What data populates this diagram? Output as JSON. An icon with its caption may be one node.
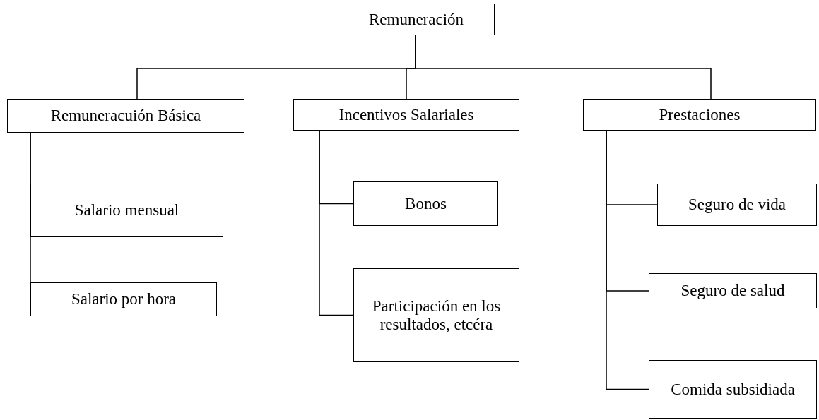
{
  "diagram": {
    "nodes": [
      {
        "text": [
          "Remuneración"
        ]
      },
      {
        "text": [
          "Remuneracuión Básica"
        ]
      },
      {
        "text": [
          "Incentivos Salariales"
        ]
      },
      {
        "text": [
          "Prestaciones"
        ]
      },
      {
        "text": [
          "Salario mensual"
        ]
      },
      {
        "text": [
          "Salario por hora"
        ]
      },
      {
        "text": [
          "Bonos"
        ]
      },
      {
        "text": [
          "Participación en los resultados, etcéra"
        ]
      },
      {
        "text": [
          "Seguro de vida"
        ]
      },
      {
        "text": [
          "Seguro de salud"
        ]
      },
      {
        "text": [
          "Comida subsidiada"
        ]
      }
    ],
    "edges": [
      {
        "from": 0,
        "to": 1,
        "arrow": "none"
      },
      {
        "from": 0,
        "to": 2,
        "arrow": "none"
      },
      {
        "from": 0,
        "to": 3,
        "arrow": "none"
      },
      {
        "from": 1,
        "to": 4,
        "arrow": "none"
      },
      {
        "from": 1,
        "to": 5,
        "arrow": "none"
      },
      {
        "from": 2,
        "to": 6,
        "arrow": "none"
      },
      {
        "from": 2,
        "to": 7,
        "arrow": "none"
      },
      {
        "from": 3,
        "to": 8,
        "arrow": "none"
      },
      {
        "from": 3,
        "to": 9,
        "arrow": "none"
      },
      {
        "from": 3,
        "to": 10,
        "arrow": "none"
      }
    ]
  }
}
